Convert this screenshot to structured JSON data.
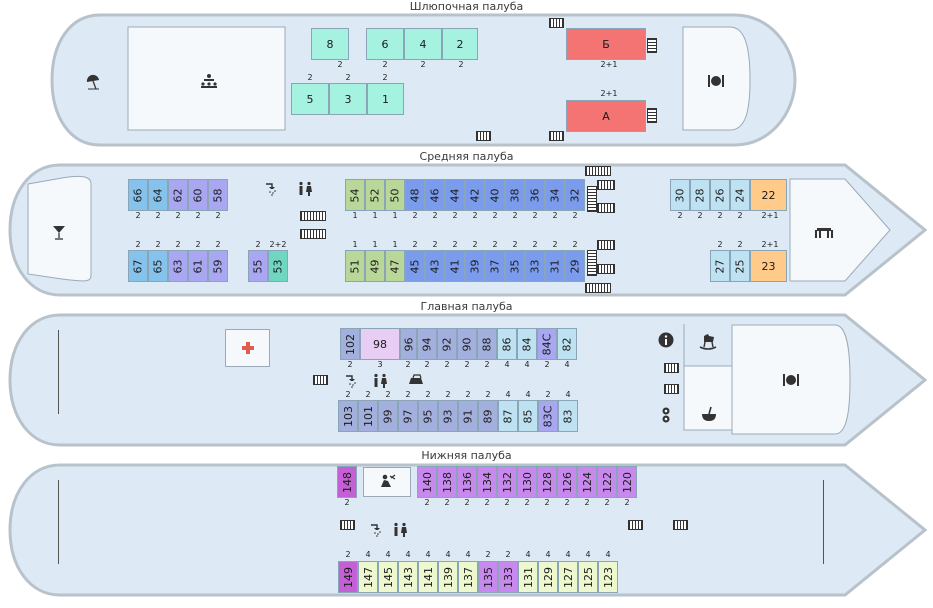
{
  "decks": {
    "boat": {
      "title": "Шлюпочная палуба"
    },
    "middle": {
      "title": "Средняя палуба"
    },
    "main": {
      "title": "Главная палуба"
    },
    "lower": {
      "title": "Нижняя палуба"
    }
  },
  "colors": {
    "hull_fill": "#dde9f4",
    "hull_stroke": "#b8c2cb",
    "lux": "#a6f2e1",
    "suite_red": "#f47373",
    "blue": "#7b9cec",
    "light_blue": "#bfe2f2",
    "sky": "#86c3ec",
    "violet": "#a9a7f2",
    "green": "#bad79a",
    "teal": "#6fd6c2",
    "orange": "#ffca8a",
    "lilac": "#e8cdf5",
    "purple": "#c889ee",
    "magenta": "#c45fd6",
    "pale_yellow": "#eef8cf",
    "slate": "#a3b0dd"
  },
  "icons": {
    "beach": "beach-umbrella-icon",
    "conference": "conference-icon",
    "restaurant": "restaurant-icon",
    "bar": "cocktail-icon",
    "shower": "shower-icon",
    "wc": "restroom-icon",
    "medical": "medical-cross-icon",
    "info": "info-icon",
    "kids": "rocking-horse-icon",
    "ironing": "iron-icon",
    "sauna": "sauna-icon",
    "massage": "massage-icon"
  },
  "cabins": [
    {
      "id": "b8",
      "label": "8",
      "cap": "2",
      "color": "lux"
    },
    {
      "id": "b6",
      "label": "6",
      "cap": "2",
      "color": "lux"
    },
    {
      "id": "b4",
      "label": "4",
      "cap": "2",
      "color": "lux"
    },
    {
      "id": "b2",
      "label": "2",
      "cap": "2",
      "color": "lux"
    },
    {
      "id": "b5",
      "label": "5",
      "cap": "2",
      "color": "lux"
    },
    {
      "id": "b3",
      "label": "3",
      "cap": "2",
      "color": "lux"
    },
    {
      "id": "b1",
      "label": "1",
      "cap": "2",
      "color": "lux"
    },
    {
      "id": "bB",
      "label": "Б",
      "cap": "2+1",
      "color": "suite_red"
    },
    {
      "id": "bA",
      "label": "А",
      "cap": "2+1",
      "color": "suite_red"
    },
    {
      "id": "m66",
      "label": "66",
      "cap": "2",
      "color": "sky"
    },
    {
      "id": "m64",
      "label": "64",
      "cap": "2",
      "color": "sky"
    },
    {
      "id": "m62",
      "label": "62",
      "cap": "2",
      "color": "violet"
    },
    {
      "id": "m60",
      "label": "60",
      "cap": "2",
      "color": "violet"
    },
    {
      "id": "m58",
      "label": "58",
      "cap": "2",
      "color": "violet"
    },
    {
      "id": "m67",
      "label": "67",
      "cap": "2",
      "color": "sky"
    },
    {
      "id": "m65",
      "label": "65",
      "cap": "2",
      "color": "sky"
    },
    {
      "id": "m63",
      "label": "63",
      "cap": "2",
      "color": "violet"
    },
    {
      "id": "m61",
      "label": "61",
      "cap": "2",
      "color": "violet"
    },
    {
      "id": "m59",
      "label": "59",
      "cap": "2",
      "color": "violet"
    },
    {
      "id": "m55",
      "label": "55",
      "cap": "2",
      "color": "violet"
    },
    {
      "id": "m53",
      "label": "53",
      "cap": "2+2",
      "color": "teal"
    },
    {
      "id": "m54",
      "label": "54",
      "cap": "1",
      "color": "green"
    },
    {
      "id": "m52",
      "label": "52",
      "cap": "1",
      "color": "green"
    },
    {
      "id": "m50",
      "label": "50",
      "cap": "1",
      "color": "green"
    },
    {
      "id": "m48",
      "label": "48",
      "cap": "2",
      "color": "blue"
    },
    {
      "id": "m46",
      "label": "46",
      "cap": "2",
      "color": "blue"
    },
    {
      "id": "m44",
      "label": "44",
      "cap": "2",
      "color": "blue"
    },
    {
      "id": "m42",
      "label": "42",
      "cap": "2",
      "color": "blue"
    },
    {
      "id": "m40",
      "label": "40",
      "cap": "2",
      "color": "blue"
    },
    {
      "id": "m38",
      "label": "38",
      "cap": "2",
      "color": "blue"
    },
    {
      "id": "m36",
      "label": "36",
      "cap": "2",
      "color": "blue"
    },
    {
      "id": "m34",
      "label": "34",
      "cap": "2",
      "color": "blue"
    },
    {
      "id": "m32",
      "label": "32",
      "cap": "2",
      "color": "blue"
    },
    {
      "id": "m51",
      "label": "51",
      "cap": "1",
      "color": "green"
    },
    {
      "id": "m49",
      "label": "49",
      "cap": "1",
      "color": "green"
    },
    {
      "id": "m47",
      "label": "47",
      "cap": "1",
      "color": "green"
    },
    {
      "id": "m45",
      "label": "45",
      "cap": "2",
      "color": "blue"
    },
    {
      "id": "m43",
      "label": "43",
      "cap": "2",
      "color": "blue"
    },
    {
      "id": "m41",
      "label": "41",
      "cap": "2",
      "color": "blue"
    },
    {
      "id": "m39",
      "label": "39",
      "cap": "2",
      "color": "blue"
    },
    {
      "id": "m37",
      "label": "37",
      "cap": "2",
      "color": "blue"
    },
    {
      "id": "m35",
      "label": "35",
      "cap": "2",
      "color": "blue"
    },
    {
      "id": "m33",
      "label": "33",
      "cap": "2",
      "color": "blue"
    },
    {
      "id": "m31",
      "label": "31",
      "cap": "2",
      "color": "blue"
    },
    {
      "id": "m29",
      "label": "29",
      "cap": "2",
      "color": "blue"
    },
    {
      "id": "m30",
      "label": "30",
      "cap": "2",
      "color": "light_blue"
    },
    {
      "id": "m28",
      "label": "28",
      "cap": "2",
      "color": "light_blue"
    },
    {
      "id": "m26",
      "label": "26",
      "cap": "2",
      "color": "light_blue"
    },
    {
      "id": "m24",
      "label": "24",
      "cap": "2",
      "color": "light_blue"
    },
    {
      "id": "m22",
      "label": "22",
      "cap": "2+1",
      "color": "orange"
    },
    {
      "id": "m27",
      "label": "27",
      "cap": "2",
      "color": "light_blue"
    },
    {
      "id": "m25",
      "label": "25",
      "cap": "2",
      "color": "light_blue"
    },
    {
      "id": "m23",
      "label": "23",
      "cap": "2+1",
      "color": "orange"
    },
    {
      "id": "g102",
      "label": "102",
      "cap": "2",
      "color": "slate"
    },
    {
      "id": "g98",
      "label": "98",
      "cap": "3",
      "color": "lilac"
    },
    {
      "id": "g96",
      "label": "96",
      "cap": "2",
      "color": "slate"
    },
    {
      "id": "g94",
      "label": "94",
      "cap": "2",
      "color": "slate"
    },
    {
      "id": "g92",
      "label": "92",
      "cap": "2",
      "color": "slate"
    },
    {
      "id": "g90",
      "label": "90",
      "cap": "2",
      "color": "slate"
    },
    {
      "id": "g88",
      "label": "88",
      "cap": "2",
      "color": "slate"
    },
    {
      "id": "g86",
      "label": "86",
      "cap": "4",
      "color": "light_blue"
    },
    {
      "id": "g84",
      "label": "84",
      "cap": "4",
      "color": "light_blue"
    },
    {
      "id": "g84c",
      "label": "84С",
      "cap": "2",
      "color": "violet"
    },
    {
      "id": "g82",
      "label": "82",
      "cap": "4",
      "color": "light_blue"
    },
    {
      "id": "g103",
      "label": "103",
      "cap": "2",
      "color": "slate"
    },
    {
      "id": "g101",
      "label": "101",
      "cap": "2",
      "color": "slate"
    },
    {
      "id": "g99",
      "label": "99",
      "cap": "2",
      "color": "slate"
    },
    {
      "id": "g97",
      "label": "97",
      "cap": "2",
      "color": "slate"
    },
    {
      "id": "g95",
      "label": "95",
      "cap": "2",
      "color": "slate"
    },
    {
      "id": "g93",
      "label": "93",
      "cap": "2",
      "color": "slate"
    },
    {
      "id": "g91",
      "label": "91",
      "cap": "2",
      "color": "slate"
    },
    {
      "id": "g89",
      "label": "89",
      "cap": "2",
      "color": "slate"
    },
    {
      "id": "g87",
      "label": "87",
      "cap": "4",
      "color": "light_blue"
    },
    {
      "id": "g85",
      "label": "85",
      "cap": "4",
      "color": "light_blue"
    },
    {
      "id": "g83c",
      "label": "83С",
      "cap": "2",
      "color": "violet"
    },
    {
      "id": "g83",
      "label": "83",
      "cap": "4",
      "color": "light_blue"
    },
    {
      "id": "n148",
      "label": "148",
      "cap": "2",
      "color": "magenta"
    },
    {
      "id": "n140",
      "label": "140",
      "cap": "2",
      "color": "purple"
    },
    {
      "id": "n138",
      "label": "138",
      "cap": "2",
      "color": "purple"
    },
    {
      "id": "n136",
      "label": "136",
      "cap": "2",
      "color": "purple"
    },
    {
      "id": "n134",
      "label": "134",
      "cap": "2",
      "color": "purple"
    },
    {
      "id": "n132",
      "label": "132",
      "cap": "2",
      "color": "purple"
    },
    {
      "id": "n130",
      "label": "130",
      "cap": "2",
      "color": "purple"
    },
    {
      "id": "n128",
      "label": "128",
      "cap": "2",
      "color": "purple"
    },
    {
      "id": "n126",
      "label": "126",
      "cap": "2",
      "color": "purple"
    },
    {
      "id": "n124",
      "label": "124",
      "cap": "2",
      "color": "purple"
    },
    {
      "id": "n122",
      "label": "122",
      "cap": "2",
      "color": "purple"
    },
    {
      "id": "n120",
      "label": "120",
      "cap": "2",
      "color": "purple"
    },
    {
      "id": "n149",
      "label": "149",
      "cap": "2",
      "color": "magenta"
    },
    {
      "id": "n147",
      "label": "147",
      "cap": "4",
      "color": "pale_yellow"
    },
    {
      "id": "n145",
      "label": "145",
      "cap": "4",
      "color": "pale_yellow"
    },
    {
      "id": "n143",
      "label": "143",
      "cap": "4",
      "color": "pale_yellow"
    },
    {
      "id": "n141",
      "label": "141",
      "cap": "4",
      "color": "pale_yellow"
    },
    {
      "id": "n139",
      "label": "139",
      "cap": "4",
      "color": "pale_yellow"
    },
    {
      "id": "n137",
      "label": "137",
      "cap": "4",
      "color": "pale_yellow"
    },
    {
      "id": "n135",
      "label": "135",
      "cap": "2",
      "color": "purple"
    },
    {
      "id": "n133",
      "label": "133",
      "cap": "2",
      "color": "purple"
    },
    {
      "id": "n131",
      "label": "131",
      "cap": "4",
      "color": "pale_yellow"
    },
    {
      "id": "n129",
      "label": "129",
      "cap": "4",
      "color": "pale_yellow"
    },
    {
      "id": "n127",
      "label": "127",
      "cap": "4",
      "color": "pale_yellow"
    },
    {
      "id": "n125",
      "label": "125",
      "cap": "4",
      "color": "pale_yellow"
    },
    {
      "id": "n123",
      "label": "123",
      "cap": "4",
      "color": "pale_yellow"
    }
  ]
}
